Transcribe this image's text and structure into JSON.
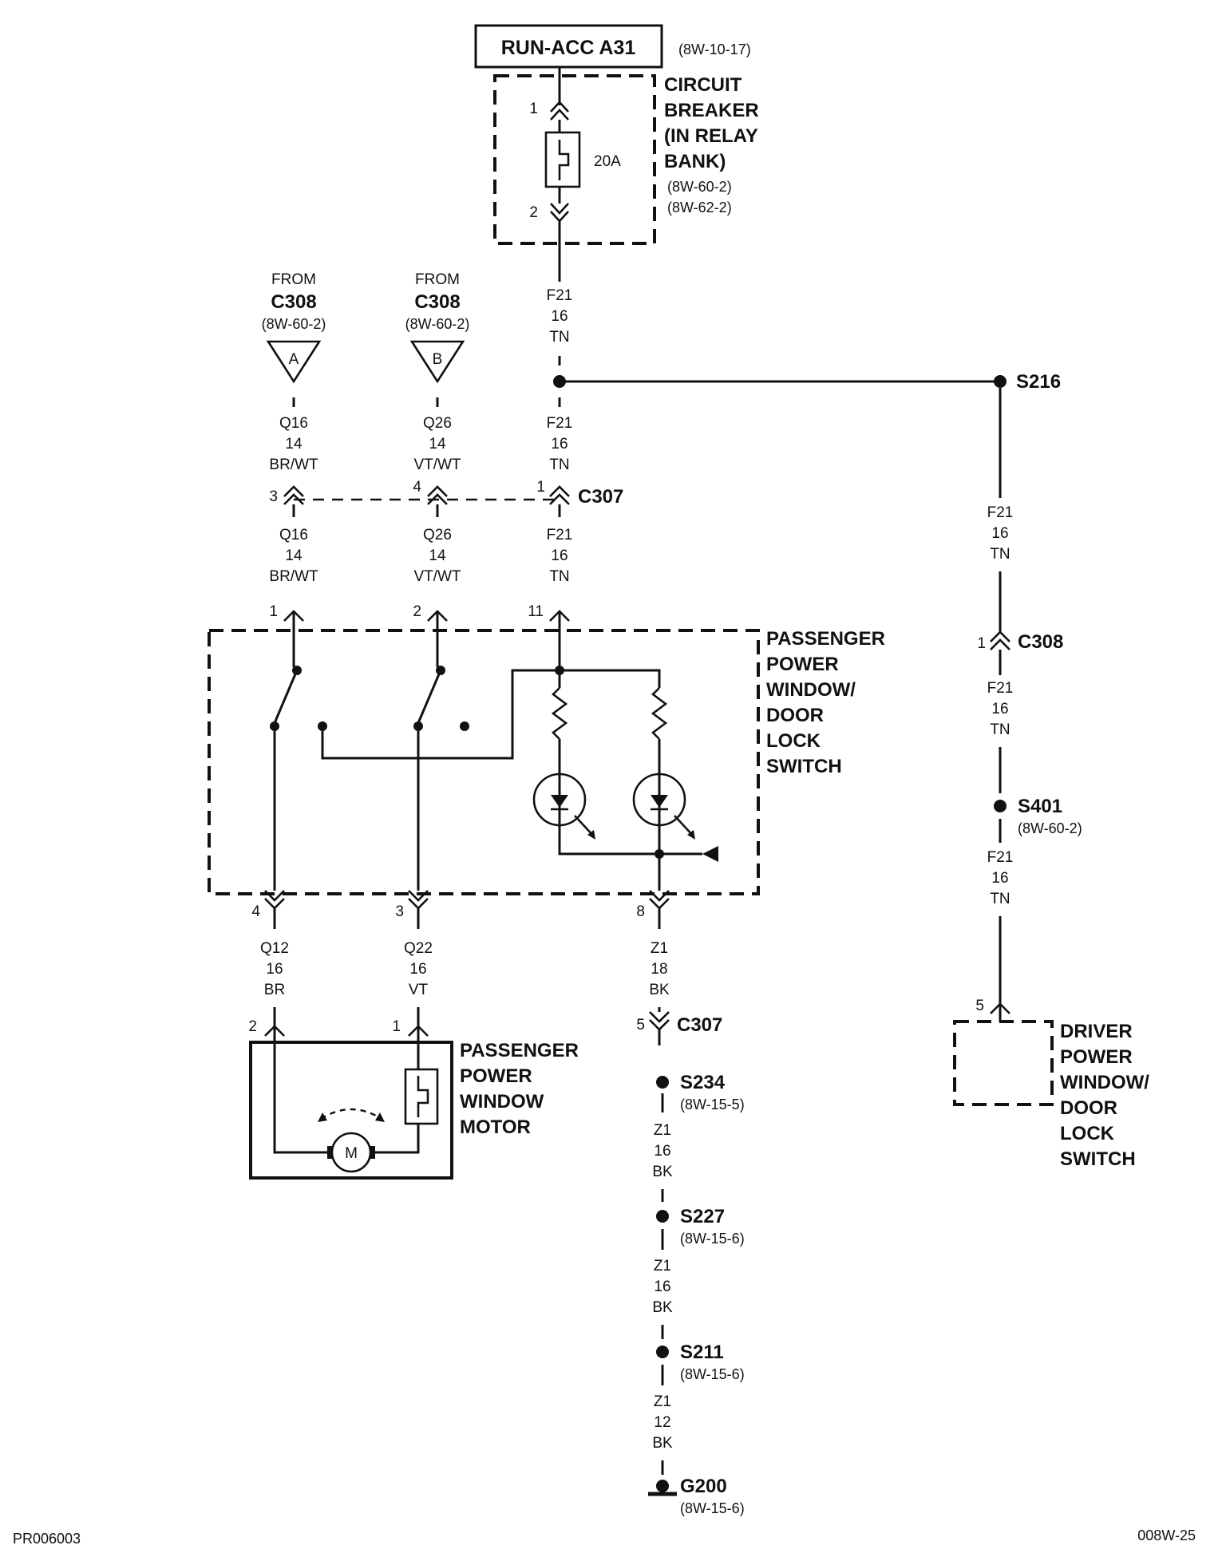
{
  "source": {
    "label": "RUN-ACC A31",
    "ref": "(8W-10-17)"
  },
  "breaker": {
    "title_lines": [
      "CIRCUIT",
      "BREAKER",
      "(IN RELAY",
      "BANK)"
    ],
    "refs": [
      "(8W-60-2)",
      "(8W-62-2)"
    ],
    "rating": "20A",
    "pin_top": "1",
    "pin_bottom": "2"
  },
  "wire_f21_top": {
    "circuit": "F21",
    "gauge": "16",
    "color": "TN"
  },
  "from_a": {
    "from": "FROM",
    "connector": "C308",
    "ref": "(8W-60-2)",
    "letter": "A"
  },
  "from_b": {
    "from": "FROM",
    "connector": "C308",
    "ref": "(8W-60-2)",
    "letter": "B"
  },
  "splice_s216": "S216",
  "wire_q16_upper": {
    "circuit": "Q16",
    "gauge": "14",
    "color": "BR/WT"
  },
  "wire_q26_upper": {
    "circuit": "Q26",
    "gauge": "14",
    "color": "VT/WT"
  },
  "wire_f21_mid": {
    "circuit": "F21",
    "gauge": "16",
    "color": "TN"
  },
  "c307_top": {
    "name": "C307",
    "pins": [
      "3",
      "4",
      "1"
    ]
  },
  "wire_q16_lower": {
    "circuit": "Q16",
    "gauge": "14",
    "color": "BR/WT"
  },
  "wire_q26_lower": {
    "circuit": "Q26",
    "gauge": "14",
    "color": "VT/WT"
  },
  "wire_f21_low": {
    "circuit": "F21",
    "gauge": "16",
    "color": "TN"
  },
  "switch_pins_top": [
    "1",
    "2",
    "11"
  ],
  "passenger_switch_lines": [
    "PASSENGER",
    "POWER",
    "WINDOW/",
    "DOOR",
    "LOCK",
    "SWITCH"
  ],
  "switch_pins_bottom": [
    "4",
    "3",
    "8"
  ],
  "wire_q12": {
    "circuit": "Q12",
    "gauge": "16",
    "color": "BR"
  },
  "wire_q22": {
    "circuit": "Q22",
    "gauge": "16",
    "color": "VT"
  },
  "wire_z1_18": {
    "circuit": "Z1",
    "gauge": "18",
    "color": "BK"
  },
  "motor_pins": [
    "2",
    "1"
  ],
  "motor_symbol": "M",
  "motor_lines": [
    "PASSENGER",
    "POWER",
    "WINDOW",
    "MOTOR"
  ],
  "c307_bottom": {
    "pin": "5",
    "name": "C307"
  },
  "s234": {
    "name": "S234",
    "ref": "(8W-15-5)"
  },
  "wire_z1_16a": {
    "circuit": "Z1",
    "gauge": "16",
    "color": "BK"
  },
  "s227": {
    "name": "S227",
    "ref": "(8W-15-6)"
  },
  "wire_z1_16b": {
    "circuit": "Z1",
    "gauge": "16",
    "color": "BK"
  },
  "s211": {
    "name": "S211",
    "ref": "(8W-15-6)"
  },
  "wire_z1_12": {
    "circuit": "Z1",
    "gauge": "12",
    "color": "BK"
  },
  "g200": {
    "name": "G200",
    "ref": "(8W-15-6)"
  },
  "wire_f21_right1": {
    "circuit": "F21",
    "gauge": "16",
    "color": "TN"
  },
  "c308_right": {
    "pin": "1",
    "name": "C308"
  },
  "wire_f21_right2": {
    "circuit": "F21",
    "gauge": "16",
    "color": "TN"
  },
  "s401": {
    "name": "S401",
    "ref": "(8W-60-2)"
  },
  "wire_f21_right3": {
    "circuit": "F21",
    "gauge": "16",
    "color": "TN"
  },
  "driver_pin": "5",
  "driver_switch_lines": [
    "DRIVER",
    "POWER",
    "WINDOW/",
    "DOOR",
    "LOCK",
    "SWITCH"
  ],
  "footer_left": "PR006003",
  "footer_right": "008W-25"
}
